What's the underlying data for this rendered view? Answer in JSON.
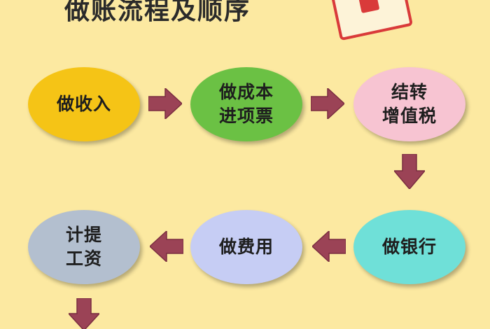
{
  "title": "做账流程及顺序",
  "nodes": [
    {
      "id": "income",
      "lines": [
        "做收入"
      ],
      "color": "#f5c416"
    },
    {
      "id": "cost",
      "lines": [
        "做成本",
        "进项票"
      ],
      "color": "#6bc144"
    },
    {
      "id": "vat",
      "lines": [
        "结转",
        "增值税"
      ],
      "color": "#f7c4d2"
    },
    {
      "id": "bank",
      "lines": [
        "做银行"
      ],
      "color": "#6fe0d8"
    },
    {
      "id": "expense",
      "lines": [
        "做费用"
      ],
      "color": "#c6cdf4"
    },
    {
      "id": "salary",
      "lines": [
        "计提",
        "工资"
      ],
      "color": "#b3bfcf"
    }
  ],
  "arrow_color": "#9b4356"
}
